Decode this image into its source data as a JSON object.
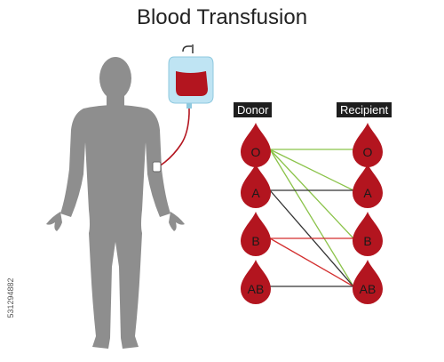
{
  "title": "Blood Transfusion",
  "donor_label": "Donor",
  "recipient_label": "Recipient",
  "watermark_id": "531294882",
  "blood_types": [
    "O",
    "A",
    "B",
    "AB"
  ],
  "compatibility": [
    {
      "from": "O",
      "to": "O",
      "color": "#8bc34a"
    },
    {
      "from": "O",
      "to": "A",
      "color": "#8bc34a"
    },
    {
      "from": "O",
      "to": "B",
      "color": "#8bc34a"
    },
    {
      "from": "O",
      "to": "AB",
      "color": "#8bc34a"
    },
    {
      "from": "A",
      "to": "A",
      "color": "#333333"
    },
    {
      "from": "A",
      "to": "AB",
      "color": "#333333"
    },
    {
      "from": "B",
      "to": "B",
      "color": "#d32f2f"
    },
    {
      "from": "B",
      "to": "AB",
      "color": "#d32f2f"
    },
    {
      "from": "AB",
      "to": "AB",
      "color": "#333333"
    }
  ],
  "colors": {
    "blood": "#b3151f",
    "silhouette": "#8e8e8e",
    "bag": "#bfe4f3",
    "title": "#222222"
  }
}
